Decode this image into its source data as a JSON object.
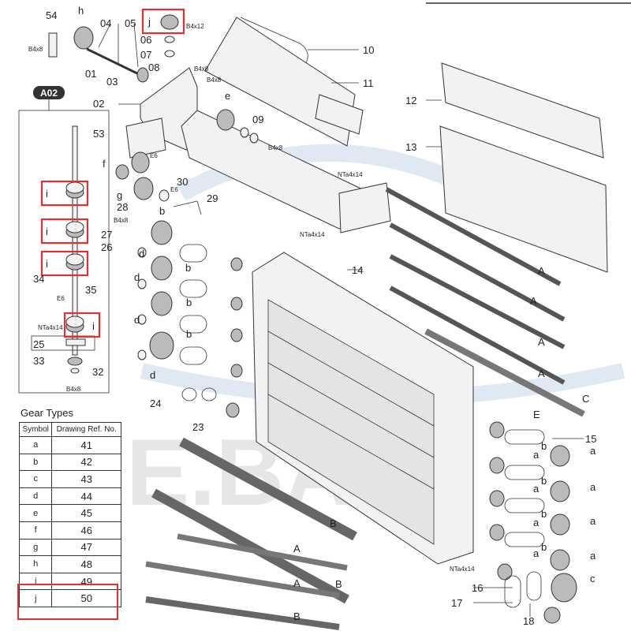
{
  "callouts": {
    "n54": "54",
    "h_top": "h",
    "n04": "04",
    "n05": "05",
    "j_top": "j",
    "b4x12": "B4x12",
    "n06": "06",
    "n07": "07",
    "n08": "08",
    "n10": "10",
    "n11": "11",
    "n12": "12",
    "n13": "13",
    "b4x8_1": "B4x8",
    "n01": "01",
    "n03": "03",
    "b4x8_2": "B4x8",
    "b4x8_3": "B4x8",
    "n02": "02",
    "e_lbl": "e",
    "n09": "09",
    "b4x8_4": "B4x8",
    "n53": "53",
    "e6_1": "E6",
    "f_lbl": "f",
    "n30": "30",
    "nta_1": "NTa4x14",
    "g_lbl": "g",
    "e6_2": "E6",
    "n29": "29",
    "n28": "28",
    "i_1": "i",
    "i_2": "i",
    "i_3": "i",
    "b_1": "b",
    "b4x8_5": "B4x8",
    "n27": "27",
    "n26": "26",
    "d_1": "d",
    "nta_2": "NTa4x14",
    "n34": "34",
    "b_2": "b",
    "n14": "14",
    "n35": "35",
    "d_2": "d",
    "b_3": "b",
    "e6_3": "E6",
    "nta_3": "NTa4x14",
    "i_4": "i",
    "d_3": "d",
    "b_4": "b",
    "n25": "25",
    "n33": "33",
    "n32": "32",
    "d_4": "d",
    "b4x8_6": "B4x8",
    "n24": "24",
    "n23": "23",
    "a_1": "A",
    "a_2": "A",
    "a_3": "A",
    "a_4": "A",
    "c_lbl": "C",
    "e_rl": "E",
    "n15": "15",
    "lb_1": "b",
    "la_1": "a",
    "la_2": "a",
    "la_3": "a",
    "la_4": "a",
    "la_5": "a",
    "la_6": "a",
    "la_7": "a",
    "la_8": "a",
    "lb_2": "b",
    "lb_3": "b",
    "lb_4": "b",
    "b_r1": "B",
    "b_r2": "B",
    "a_r1": "A",
    "a_r2": "A",
    "b_r3": "B",
    "nta_4": "NTa4x14",
    "n16": "16",
    "n17": "17",
    "n18": "18",
    "c_low": "c",
    "a02": "A02",
    "watermark": "E.BA"
  },
  "gear_table": {
    "title": "Gear Types",
    "headers": [
      "Symbol",
      "Drawing Ref. No."
    ],
    "rows": [
      {
        "symbol": "a",
        "ref": "41"
      },
      {
        "symbol": "b",
        "ref": "42"
      },
      {
        "symbol": "c",
        "ref": "43"
      },
      {
        "symbol": "d",
        "ref": "44"
      },
      {
        "symbol": "e",
        "ref": "45"
      },
      {
        "symbol": "f",
        "ref": "46"
      },
      {
        "symbol": "g",
        "ref": "47"
      },
      {
        "symbol": "h",
        "ref": "48"
      },
      {
        "symbol": "i",
        "ref": "49"
      },
      {
        "symbol": "j",
        "ref": "50"
      }
    ]
  }
}
